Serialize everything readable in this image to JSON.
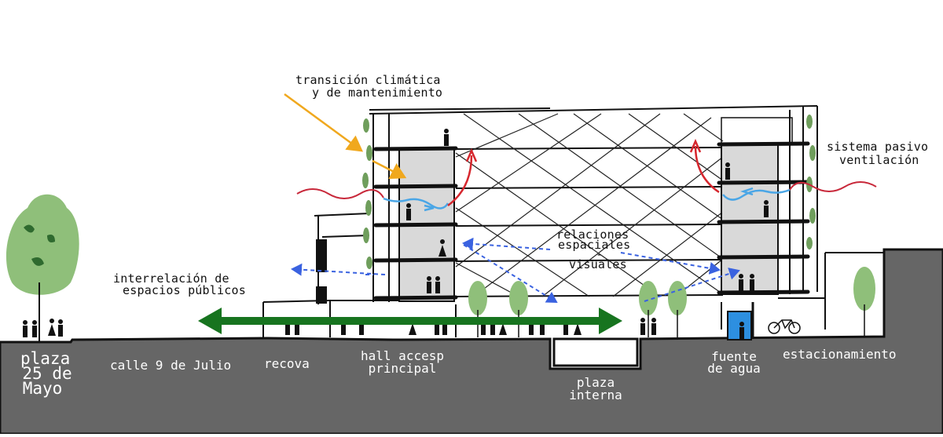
{
  "annotations": {
    "transicion_line1": "transición climática",
    "transicion_line2": "y de mantenimiento",
    "sistema_line1": "sistema pasivo",
    "sistema_line2": "ventilación",
    "relaciones_line1": "relaciones",
    "relaciones_line2": "espaciales",
    "relaciones_line3": "-",
    "relaciones_line4": "visuales",
    "interrelacion_line1": "interrelación de",
    "interrelacion_line2": "espacios públicos"
  },
  "ground_labels": {
    "plaza_line1": "plaza",
    "plaza_line2": "25 de",
    "plaza_line3": "Mayo",
    "calle": "calle 9 de Julio",
    "recova": "recova",
    "hall_line1": "hall accesp",
    "hall_line2": "principal",
    "plaza_interna_line1": "plaza",
    "plaza_interna_line2": "interna",
    "fuente_line1": "fuente",
    "fuente_line2": "de agua",
    "estacionamiento": "estacionamiento"
  },
  "colors": {
    "ground": "#666666",
    "ink": "#111111",
    "tree_green": "#6f9e5c",
    "tree_dark": "#2f6a2f",
    "green_arrow": "#17741f",
    "blue_arrow": "#3a62e0",
    "orange_arrow": "#f0a81e",
    "red_wave": "#c8283a",
    "light_blue": "#4aa6e6",
    "core_gray": "#d9d9d9",
    "water_blue": "#2d8fe0"
  },
  "icons": [
    "tree-icon",
    "person-icon",
    "bicycle-icon"
  ]
}
